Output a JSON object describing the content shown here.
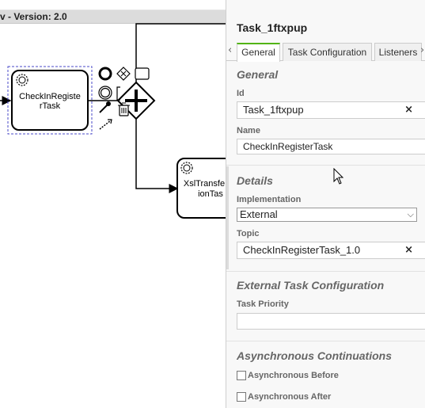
{
  "canvas": {
    "version_label": "v - Version: 2.0",
    "tasks": [
      {
        "label": "CheckInRegiste rTask",
        "line1": "CheckInRegiste",
        "line2": "rTask"
      },
      {
        "label": "XslTransformationTask",
        "line1": "XslTransfe",
        "line2": "ionTas"
      }
    ],
    "context_pad": [
      "end-event-icon",
      "gateway-icon",
      "task-icon",
      "intermediate-event-icon",
      "text-annotation-icon",
      "append-icon",
      "change-type-icon",
      "delete-icon",
      "connect-icon"
    ]
  },
  "panel": {
    "title": "Task_1ftxpup",
    "tabs": [
      "General",
      "Task Configuration",
      "Listeners"
    ],
    "groups": {
      "general": {
        "title": "General",
        "id_label": "Id",
        "id_value": "Task_1ftxpup",
        "name_label": "Name",
        "name_value": "CheckInRegisterTask"
      },
      "details": {
        "title": "Details",
        "implementation_label": "Implementation",
        "implementation_value": "External",
        "topic_label": "Topic",
        "topic_value": "CheckInRegisterTask_1.0"
      },
      "external": {
        "title": "External Task Configuration",
        "priority_label": "Task Priority",
        "priority_value": ""
      },
      "async": {
        "title": "Asynchronous Continuations",
        "before_label": "Asynchronous Before",
        "after_label": "Asynchronous After"
      }
    }
  },
  "colors": {
    "active_tab_accent": "#52b415",
    "selection_outline": "#4a4ac8"
  }
}
